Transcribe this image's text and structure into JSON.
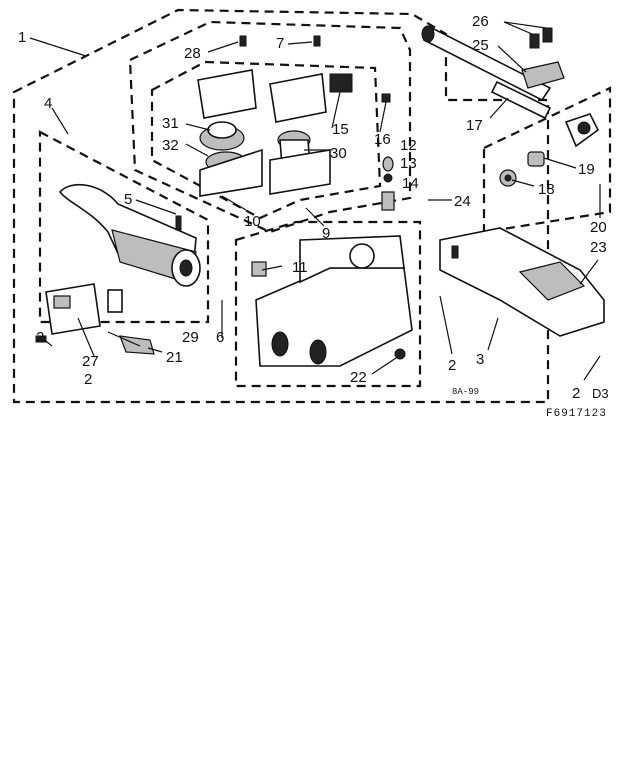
{
  "callouts": [
    "1",
    "2",
    "2",
    "2",
    "2",
    "3",
    "4",
    "5",
    "6",
    "7",
    "9",
    "10",
    "11",
    "12",
    "13",
    "14",
    "15",
    "16",
    "17",
    "18",
    "19",
    "20",
    "21",
    "22",
    "23",
    "24",
    "25",
    "26",
    "27",
    "28",
    "29",
    "30",
    "31",
    "32"
  ],
  "diagram_code": "8A-99",
  "figure_code": "F6917123",
  "corner_code": "D3"
}
